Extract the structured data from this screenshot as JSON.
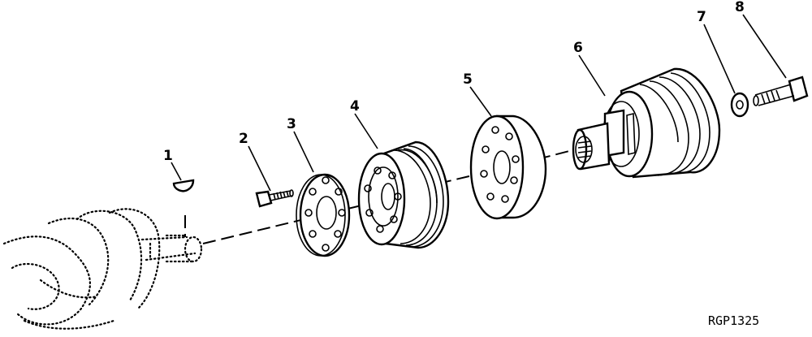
{
  "callouts": [
    "1",
    "2",
    "3",
    "4",
    "5",
    "6",
    "7",
    "8"
  ],
  "figure_code": "RGP1325"
}
